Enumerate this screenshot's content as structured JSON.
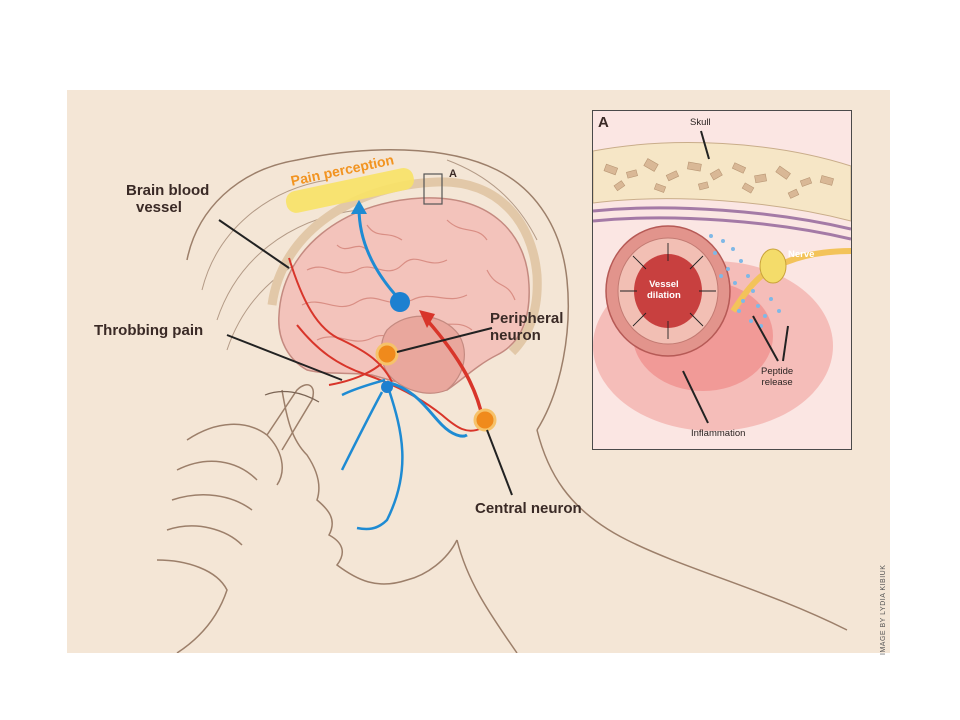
{
  "labels": {
    "brain_blood_vessel_1": "Brain blood",
    "brain_blood_vessel_2": "vessel",
    "throbbing_pain": "Throbbing pain",
    "peripheral_neuron_1": "Peripheral",
    "peripheral_neuron_2": "neuron",
    "central_neuron": "Central neuron",
    "pain_perception": "Pain perception",
    "marker_a": "A"
  },
  "inset": {
    "panel_letter": "A",
    "skull": "Skull",
    "nerve": "Nerve",
    "vessel_dilation_1": "Vessel",
    "vessel_dilation_2": "dilation",
    "peptide_release_1": "Peptide",
    "peptide_release_2": "release",
    "inflammation": "Inflammation"
  },
  "credit": "IMAGE BY LYDIA KIBIUK",
  "colors": {
    "background": "#f4e6d6",
    "outline": "#9c7f6a",
    "brain": "#f3c3bb",
    "brain_shade": "#e9a79d",
    "red_path": "#d8352a",
    "blue_path": "#1e8bd3",
    "neuron_orange": "#f08a1c",
    "neuron_blue": "#1d80d0",
    "pain_label_bg": "#f8e266",
    "pain_label_text": "#f29421"
  }
}
